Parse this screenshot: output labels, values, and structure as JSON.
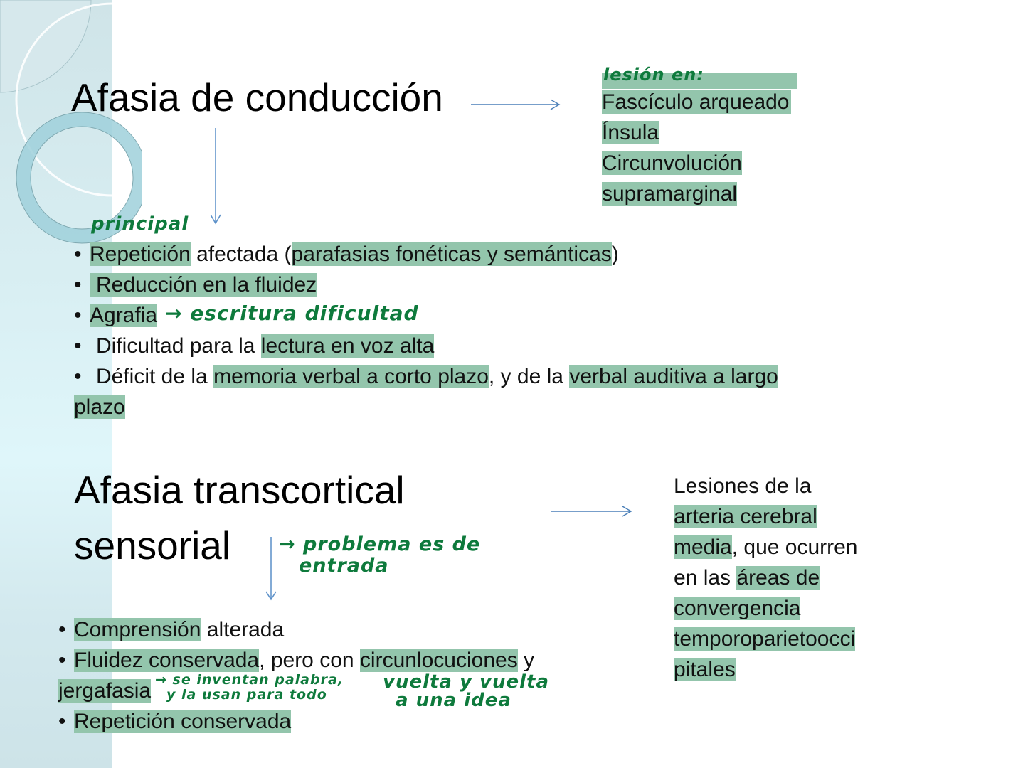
{
  "colors": {
    "highlight": "#93c5ac",
    "handwriting": "#0e7a3c",
    "arrow": "#4a7fb8",
    "sidebar": "#d8eef2"
  },
  "section1": {
    "title": "Afasia de conducción",
    "lesion_note": "lesión en:",
    "lesion_items": [
      "Fascículo arqueado",
      "Ínsula",
      "Circunvolución",
      "supramarginal"
    ],
    "principal_note": "principal",
    "bullets": {
      "b1": {
        "hl1": "Repetición",
        "t1": " afectada (",
        "hl2": "parafasias fonéticas y semánticas",
        "t2": ")"
      },
      "b2": {
        "hl1": "Reducción en la fluidez"
      },
      "b3": {
        "hl1": "Agrafia",
        "note": "→ escritura dificultad"
      },
      "b4": {
        "t1": "Dificultad para la ",
        "hl1": "lectura en voz alta"
      },
      "b5": {
        "t1": "Déficit de la ",
        "hl1": "memoria verbal a corto plazo",
        "t2": ", y de la ",
        "hl2": "verbal auditiva a largo",
        "hl3": "plazo"
      }
    }
  },
  "section2": {
    "title_line1": "Afasia transcortical",
    "title_line2": "sensorial",
    "note_problem_line1": "→ problema es de",
    "note_problem_line2": "entrada",
    "lesion": {
      "l1": "Lesiones de la",
      "l2": "arteria cerebral",
      "l3_hl": "media",
      "l3_t": ", que ocurren",
      "l4_t": "en  las ",
      "l4_hl": "áreas de",
      "l5": "convergencia",
      "l6": "temporoparietoocci",
      "l7": "pitales"
    },
    "bullets": {
      "b1": {
        "hl1": "Comprensión",
        "t1": " alterada"
      },
      "b2": {
        "hl1": "Fluidez conservada",
        "t1": ", pero con ",
        "hl2": "circunlocuciones",
        "t2": " y"
      },
      "b2_cont": {
        "hl1": "jergafasia"
      },
      "b3": {
        "hl1": "Repetición conservada"
      }
    },
    "note_jerga_line1": "→ se inventan palabra,",
    "note_jerga_line2": "y la usan para todo",
    "note_circ_line1": "vuelta y vuelta",
    "note_circ_line2": "a una idea"
  },
  "bullet_char": "•"
}
